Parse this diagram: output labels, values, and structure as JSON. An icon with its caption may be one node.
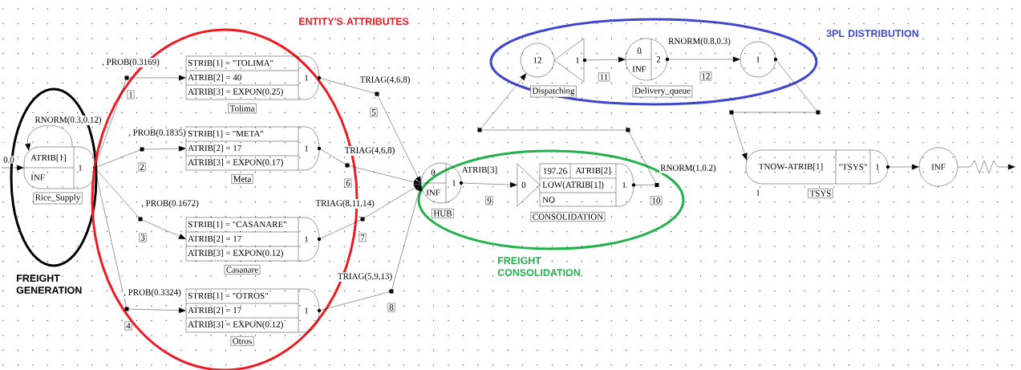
{
  "diagram": {
    "nodes": [
      {
        "text": [
          "FREIGHT GENERATION"
        ]
      },
      {
        "text": [
          "ATRIB[1]",
          "INF",
          "1"
        ],
        "beside": [
          "Rice_Supply"
        ],
        "in": 0
      },
      {
        "text": [
          "ENTITY'S ATTRIBUTES"
        ]
      },
      {
        "text": [
          "STRIB[1] = \"TOLIMA\"",
          "ATRIB[2] = 40",
          "ATRIB[3] = EXPON(0.25)",
          "1"
        ],
        "beside": [
          "Tolima"
        ],
        "in": 2
      },
      {
        "text": [
          "STRIB[1] = \"META\"",
          "ATRIB[2] = 17",
          "ATRIB[3] = EXPON(0.17)",
          "1"
        ],
        "beside": [
          "Meta"
        ],
        "in": 2
      },
      {
        "text": [
          "STRIB[1] = \"CASANARE\"",
          "ATRIB[2] = 17",
          "ATRIB[3] = EXPON(0.12)",
          "1"
        ],
        "beside": [
          "Casanare"
        ],
        "in": 2
      },
      {
        "text": [
          "STRIB[1] = \"OTROS\"",
          "ATRIB[2] = 17",
          "ATRIB[3] = EXPON(0.12)",
          "1"
        ],
        "beside": [
          "Otros"
        ],
        "in": 2
      },
      {
        "text": [
          "FREIGHT CONSOLIDATION"
        ]
      },
      {
        "text": [
          "0",
          "INF",
          "1"
        ],
        "beside": [
          "HUB"
        ],
        "in": 7
      },
      {
        "text": [
          "0",
          "197.26",
          "ATRIB[2]",
          "LOW(ATRIB[1])",
          "NO",
          "1",
          "CONSOLIDATION"
        ],
        "in": 7
      },
      {
        "text": [
          "3PL DISTRIBUTION"
        ]
      },
      {
        "text": [
          "12",
          "1",
          "Dispatching"
        ],
        "in": 10
      },
      {
        "text": [
          "0",
          "INF",
          "2",
          "Delivery_queue"
        ],
        "in": 10
      },
      {
        "text": [
          "1"
        ],
        "in": 10
      },
      {
        "text": [
          "TNOW-ATRIB[1]",
          "\"TSYS\"",
          "1"
        ],
        "beside": [
          "TSYS",
          "1"
        ]
      },
      {
        "text": [
          "INF"
        ]
      }
    ],
    "edges": [
      {
        "from": 1,
        "to": 1,
        "arrow": "to",
        "label": "RNORM(0.3,0.12)"
      },
      {
        "from": 1,
        "to": 3,
        "arrow": "to",
        "label": ", PROB(0.3169)"
      },
      {
        "from": 1,
        "to": 4,
        "arrow": "to",
        "label": ", PROB(0.1835)"
      },
      {
        "from": 1,
        "to": 5,
        "arrow": "to",
        "label": ", PROB(0.1672)"
      },
      {
        "from": 1,
        "to": 6,
        "arrow": "to",
        "label": ", PROB(0.3324)"
      },
      {
        "from": 3,
        "to": 8,
        "arrow": "to",
        "label": "TRIAG(4,6,8)"
      },
      {
        "from": 4,
        "to": 8,
        "arrow": "to",
        "label": "TRIAG(4,6,8)"
      },
      {
        "from": 5,
        "to": 8,
        "arrow": "to",
        "label": "TRIAG(8,11,14)"
      },
      {
        "from": 6,
        "to": 8,
        "arrow": "to",
        "label": "TRIAG(5,9,13)"
      },
      {
        "from": 8,
        "to": 9,
        "arrow": "to",
        "label": "ATRIB[3]"
      },
      {
        "from": 9,
        "to": 11,
        "arrow": "to",
        "label": "RNORM(1,0.2)"
      },
      {
        "from": 11,
        "to": 12,
        "arrow": "to"
      },
      {
        "from": 12,
        "to": 13,
        "arrow": "to",
        "label": "RNORM(0.8,0.3)"
      },
      {
        "from": 13,
        "to": 14,
        "arrow": "to"
      },
      {
        "from": 14,
        "to": 15,
        "arrow": "to"
      },
      {
        "from": 15,
        "to": null,
        "arrow": "to"
      },
      {
        "from": null,
        "to": 1,
        "arrow": "to",
        "label": "0.0"
      }
    ],
    "labels": [
      "1",
      "2",
      "3",
      "4",
      "5",
      "6",
      "7",
      "8",
      "9",
      "10",
      "11",
      "12"
    ]
  }
}
